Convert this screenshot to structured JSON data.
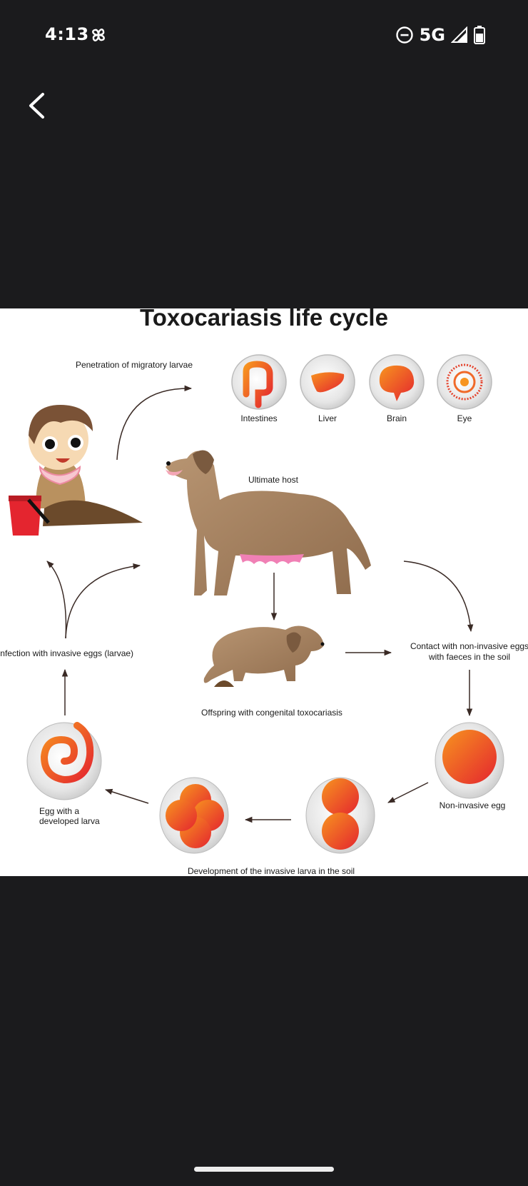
{
  "status_bar": {
    "time": "4:13",
    "network": "5G",
    "icons": [
      "pinwheel-icon",
      "do-not-disturb-icon",
      "signal-icon",
      "battery-icon"
    ]
  },
  "navigation": {
    "back_icon": "chevron-left-icon"
  },
  "image": {
    "title": "Toxocariasis life cycle",
    "labels": {
      "penetration": "Penetration of migratory larvae",
      "organs": [
        "Intestines",
        "Liver",
        "Brain",
        "Eye"
      ],
      "ultimate_host": "Ultimate host",
      "infection": "Infection with invasive eggs (larvae)",
      "offspring": "Offspring with congenital toxocariasis",
      "contact_line1": "Contact with non-invasive eggs",
      "contact_line2": "with faeces in the soil",
      "non_invasive_egg": "Non-invasive egg",
      "egg_larva_line1": "Egg with a",
      "egg_larva_line2": "developed larva",
      "development": "Development of the invasive larva in the soil"
    }
  },
  "colors": {
    "background": "#1b1b1d",
    "viewer": "#ffffff",
    "accent_orange": "#f7841f",
    "accent_red": "#e4252f",
    "dog_brown": "#a07e5c"
  }
}
